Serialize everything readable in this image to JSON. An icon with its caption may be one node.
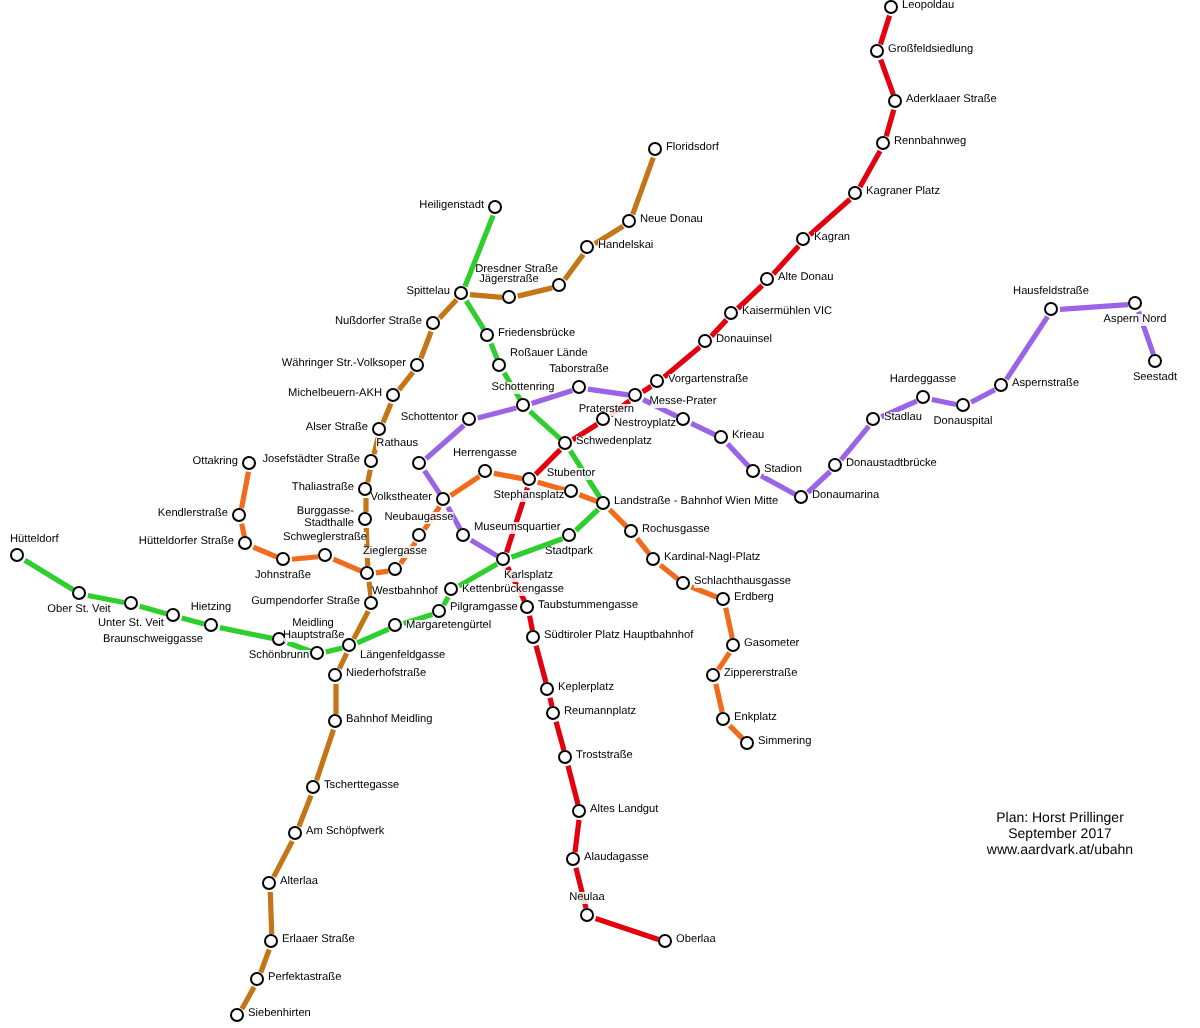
{
  "diagram": {
    "nodes": [
      {
        "text": [
          "Leopoldau"
        ]
      },
      {
        "text": [
          "Großfeldsiedlung"
        ]
      },
      {
        "text": [
          "Aderklaaer Straße"
        ]
      },
      {
        "text": [
          "Rennbahnweg"
        ]
      },
      {
        "text": [
          "Kagraner Platz"
        ]
      },
      {
        "text": [
          "Kagran"
        ]
      },
      {
        "text": [
          "Alte Donau"
        ]
      },
      {
        "text": [
          "Kaisermühlen VIC"
        ]
      },
      {
        "text": [
          "Donauinsel"
        ]
      },
      {
        "text": [
          "Vorgartenstraße"
        ]
      },
      {
        "text": [
          "Praterstern"
        ]
      },
      {
        "text": [
          "Nestroyplatz"
        ]
      },
      {
        "text": [
          "Schwedenplatz"
        ]
      },
      {
        "text": [
          "Stephansplatz"
        ]
      },
      {
        "text": [
          "Karlsplatz"
        ]
      },
      {
        "text": [
          "Taubstummengasse"
        ]
      },
      {
        "text": [
          "Südtiroler Platz Hauptbahnhof"
        ]
      },
      {
        "text": [
          "Keplerplatz"
        ]
      },
      {
        "text": [
          "Reumannplatz"
        ]
      },
      {
        "text": [
          "Troststraße"
        ]
      },
      {
        "text": [
          "Altes Landgut"
        ]
      },
      {
        "text": [
          "Alaudagasse"
        ]
      },
      {
        "text": [
          "Neulaa"
        ]
      },
      {
        "text": [
          "Oberlaa"
        ]
      },
      {
        "text": [
          "Museumsquartier"
        ]
      },
      {
        "text": [
          "Volkstheater"
        ]
      },
      {
        "text": [
          "Rathaus"
        ]
      },
      {
        "text": [
          "Schottentor"
        ]
      },
      {
        "text": [
          "Schottenring"
        ]
      },
      {
        "text": [
          "Taborstraße"
        ]
      },
      {
        "text": [
          "Messe-Prater"
        ]
      },
      {
        "text": [
          "Krieau"
        ]
      },
      {
        "text": [
          "Stadion"
        ]
      },
      {
        "text": [
          "Donaumarina"
        ]
      },
      {
        "text": [
          "Donaustadtbrücke"
        ]
      },
      {
        "text": [
          "Stadlau"
        ]
      },
      {
        "text": [
          "Hardeggasse"
        ]
      },
      {
        "text": [
          "Donauspital"
        ]
      },
      {
        "text": [
          "Aspernstraße"
        ]
      },
      {
        "text": [
          "Hausfeldstraße"
        ]
      },
      {
        "text": [
          "Aspern Nord"
        ]
      },
      {
        "text": [
          "Seestadt"
        ]
      },
      {
        "text": [
          "Ottakring"
        ]
      },
      {
        "text": [
          "Kendlerstraße"
        ]
      },
      {
        "text": [
          "Hütteldorfer Straße"
        ]
      },
      {
        "text": [
          "Johnstraße"
        ]
      },
      {
        "text": [
          "Schweglerstraße"
        ]
      },
      {
        "text": [
          "Westbahnhof"
        ]
      },
      {
        "text": [
          "Zieglergasse"
        ]
      },
      {
        "text": [
          "Neubaugasse"
        ]
      },
      {
        "text": [
          "Herrengasse"
        ]
      },
      {
        "text": [
          "Stubentor"
        ]
      },
      {
        "text": [
          "Landstraße - Bahnhof Wien Mitte"
        ]
      },
      {
        "text": [
          "Rochusgasse"
        ]
      },
      {
        "text": [
          "Kardinal-Nagl-Platz"
        ]
      },
      {
        "text": [
          "Schlachthausgasse"
        ]
      },
      {
        "text": [
          "Erdberg"
        ]
      },
      {
        "text": [
          "Gasometer"
        ]
      },
      {
        "text": [
          "Zippererstraße"
        ]
      },
      {
        "text": [
          "Enkplatz"
        ]
      },
      {
        "text": [
          "Simmering"
        ]
      },
      {
        "text": [
          "Hütteldorf"
        ]
      },
      {
        "text": [
          "Ober St. Veit"
        ]
      },
      {
        "text": [
          "Unter St. Veit"
        ]
      },
      {
        "text": [
          "Braunschweiggasse"
        ]
      },
      {
        "text": [
          "Hietzing"
        ]
      },
      {
        "text": [
          "Schönbrunn"
        ]
      },
      {
        "text": [
          "Meidling Hauptstraße"
        ]
      },
      {
        "text": [
          "Längenfeldgasse"
        ]
      },
      {
        "text": [
          "Margaretengürtel"
        ]
      },
      {
        "text": [
          "Pilgramgasse"
        ]
      },
      {
        "text": [
          "Kettenbrückengasse"
        ]
      },
      {
        "text": [
          "Stadtpark"
        ]
      },
      {
        "text": [
          "Roßauer Lände"
        ]
      },
      {
        "text": [
          "Friedensbrücke"
        ]
      },
      {
        "text": [
          "Spittelau"
        ]
      },
      {
        "text": [
          "Heiligenstadt"
        ]
      },
      {
        "text": [
          "Floridsdorf"
        ]
      },
      {
        "text": [
          "Neue Donau"
        ]
      },
      {
        "text": [
          "Handelskai"
        ]
      },
      {
        "text": [
          "Dresdner Straße"
        ]
      },
      {
        "text": [
          "Jägerstraße"
        ]
      },
      {
        "text": [
          "Nußdorfer Straße"
        ]
      },
      {
        "text": [
          "Währinger Str.-Volksoper"
        ]
      },
      {
        "text": [
          "Michelbeuern-AKH"
        ]
      },
      {
        "text": [
          "Alser Straße"
        ]
      },
      {
        "text": [
          "Josefstädter Straße"
        ]
      },
      {
        "text": [
          "Thaliastraße"
        ]
      },
      {
        "text": [
          "Burggasse-Stadthalle"
        ]
      },
      {
        "text": [
          "Gumpendorfer Straße"
        ]
      },
      {
        "text": [
          "Niederhofstraße"
        ]
      },
      {
        "text": [
          "Bahnhof Meidling"
        ]
      },
      {
        "text": [
          "Tscherttegasse"
        ]
      },
      {
        "text": [
          "Am Schöpfwerk"
        ]
      },
      {
        "text": [
          "Alterlaa"
        ]
      },
      {
        "text": [
          "Erlaaer Straße"
        ]
      },
      {
        "text": [
          "Perfektastraße"
        ]
      },
      {
        "text": [
          "Siebenhirten"
        ]
      }
    ],
    "edges": [
      {
        "from": 0,
        "to": 1,
        "arrow": "none",
        "color": "#e3000f"
      },
      {
        "from": 1,
        "to": 2,
        "arrow": "none",
        "color": "#e3000f"
      },
      {
        "from": 2,
        "to": 3,
        "arrow": "none",
        "color": "#e3000f"
      },
      {
        "from": 3,
        "to": 4,
        "arrow": "none",
        "color": "#e3000f"
      },
      {
        "from": 4,
        "to": 5,
        "arrow": "none",
        "color": "#e3000f"
      },
      {
        "from": 5,
        "to": 6,
        "arrow": "none",
        "color": "#e3000f"
      },
      {
        "from": 6,
        "to": 7,
        "arrow": "none",
        "color": "#e3000f"
      },
      {
        "from": 7,
        "to": 8,
        "arrow": "none",
        "color": "#e3000f"
      },
      {
        "from": 8,
        "to": 9,
        "arrow": "none",
        "color": "#e3000f"
      },
      {
        "from": 9,
        "to": 10,
        "arrow": "none",
        "color": "#e3000f"
      },
      {
        "from": 10,
        "to": 11,
        "arrow": "none",
        "color": "#e3000f"
      },
      {
        "from": 11,
        "to": 12,
        "arrow": "none",
        "color": "#e3000f"
      },
      {
        "from": 12,
        "to": 13,
        "arrow": "none",
        "color": "#e3000f"
      },
      {
        "from": 13,
        "to": 14,
        "arrow": "none",
        "color": "#e3000f"
      },
      {
        "from": 14,
        "to": 15,
        "arrow": "none",
        "color": "#e3000f"
      },
      {
        "from": 15,
        "to": 16,
        "arrow": "none",
        "color": "#e3000f"
      },
      {
        "from": 16,
        "to": 17,
        "arrow": "none",
        "color": "#e3000f"
      },
      {
        "from": 17,
        "to": 18,
        "arrow": "none",
        "color": "#e3000f"
      },
      {
        "from": 18,
        "to": 19,
        "arrow": "none",
        "color": "#e3000f"
      },
      {
        "from": 19,
        "to": 20,
        "arrow": "none",
        "color": "#e3000f"
      },
      {
        "from": 20,
        "to": 21,
        "arrow": "none",
        "color": "#e3000f"
      },
      {
        "from": 21,
        "to": 22,
        "arrow": "none",
        "color": "#e3000f"
      },
      {
        "from": 22,
        "to": 23,
        "arrow": "none",
        "color": "#e3000f"
      },
      {
        "from": 14,
        "to": 24,
        "arrow": "none",
        "color": "#9b64e6"
      },
      {
        "from": 24,
        "to": 25,
        "arrow": "none",
        "color": "#9b64e6"
      },
      {
        "from": 25,
        "to": 26,
        "arrow": "none",
        "color": "#9b64e6"
      },
      {
        "from": 26,
        "to": 27,
        "arrow": "none",
        "color": "#9b64e6"
      },
      {
        "from": 27,
        "to": 28,
        "arrow": "none",
        "color": "#9b64e6"
      },
      {
        "from": 28,
        "to": 29,
        "arrow": "none",
        "color": "#9b64e6"
      },
      {
        "from": 29,
        "to": 10,
        "arrow": "none",
        "color": "#9b64e6"
      },
      {
        "from": 10,
        "to": 30,
        "arrow": "none",
        "color": "#9b64e6"
      },
      {
        "from": 30,
        "to": 31,
        "arrow": "none",
        "color": "#9b64e6"
      },
      {
        "from": 31,
        "to": 32,
        "arrow": "none",
        "color": "#9b64e6"
      },
      {
        "from": 32,
        "to": 33,
        "arrow": "none",
        "color": "#9b64e6"
      },
      {
        "from": 33,
        "to": 34,
        "arrow": "none",
        "color": "#9b64e6"
      },
      {
        "from": 34,
        "to": 35,
        "arrow": "none",
        "color": "#9b64e6"
      },
      {
        "from": 35,
        "to": 36,
        "arrow": "none",
        "color": "#9b64e6"
      },
      {
        "from": 36,
        "to": 37,
        "arrow": "none",
        "color": "#9b64e6"
      },
      {
        "from": 37,
        "to": 38,
        "arrow": "none",
        "color": "#9b64e6"
      },
      {
        "from": 38,
        "to": 39,
        "arrow": "none",
        "color": "#9b64e6"
      },
      {
        "from": 39,
        "to": 40,
        "arrow": "none",
        "color": "#9b64e6"
      },
      {
        "from": 40,
        "to": 41,
        "arrow": "none",
        "color": "#9b64e6"
      },
      {
        "from": 42,
        "to": 43,
        "arrow": "none",
        "color": "#f26a1b"
      },
      {
        "from": 43,
        "to": 44,
        "arrow": "none",
        "color": "#f26a1b"
      },
      {
        "from": 44,
        "to": 45,
        "arrow": "none",
        "color": "#f26a1b"
      },
      {
        "from": 45,
        "to": 46,
        "arrow": "none",
        "color": "#f26a1b"
      },
      {
        "from": 46,
        "to": 47,
        "arrow": "none",
        "color": "#f26a1b"
      },
      {
        "from": 47,
        "to": 48,
        "arrow": "none",
        "color": "#f26a1b"
      },
      {
        "from": 48,
        "to": 49,
        "arrow": "none",
        "color": "#f26a1b"
      },
      {
        "from": 49,
        "to": 25,
        "arrow": "none",
        "color": "#f26a1b"
      },
      {
        "from": 25,
        "to": 50,
        "arrow": "none",
        "color": "#f26a1b"
      },
      {
        "from": 50,
        "to": 13,
        "arrow": "none",
        "color": "#f26a1b"
      },
      {
        "from": 13,
        "to": 51,
        "arrow": "none",
        "color": "#f26a1b"
      },
      {
        "from": 51,
        "to": 52,
        "arrow": "none",
        "color": "#f26a1b"
      },
      {
        "from": 52,
        "to": 53,
        "arrow": "none",
        "color": "#f26a1b"
      },
      {
        "from": 53,
        "to": 54,
        "arrow": "none",
        "color": "#f26a1b"
      },
      {
        "from": 54,
        "to": 55,
        "arrow": "none",
        "color": "#f26a1b"
      },
      {
        "from": 55,
        "to": 56,
        "arrow": "none",
        "color": "#f26a1b"
      },
      {
        "from": 56,
        "to": 57,
        "arrow": "none",
        "color": "#f26a1b"
      },
      {
        "from": 57,
        "to": 58,
        "arrow": "none",
        "color": "#f26a1b"
      },
      {
        "from": 58,
        "to": 59,
        "arrow": "none",
        "color": "#f26a1b"
      },
      {
        "from": 59,
        "to": 60,
        "arrow": "none",
        "color": "#f26a1b"
      },
      {
        "from": 61,
        "to": 62,
        "arrow": "none",
        "color": "#2fce2f"
      },
      {
        "from": 62,
        "to": 63,
        "arrow": "none",
        "color": "#2fce2f"
      },
      {
        "from": 63,
        "to": 64,
        "arrow": "none",
        "color": "#2fce2f"
      },
      {
        "from": 64,
        "to": 65,
        "arrow": "none",
        "color": "#2fce2f"
      },
      {
        "from": 65,
        "to": 66,
        "arrow": "none",
        "color": "#2fce2f"
      },
      {
        "from": 66,
        "to": 67,
        "arrow": "none",
        "color": "#2fce2f"
      },
      {
        "from": 67,
        "to": 68,
        "arrow": "none",
        "color": "#2fce2f"
      },
      {
        "from": 68,
        "to": 69,
        "arrow": "none",
        "color": "#2fce2f"
      },
      {
        "from": 69,
        "to": 70,
        "arrow": "none",
        "color": "#2fce2f"
      },
      {
        "from": 70,
        "to": 71,
        "arrow": "none",
        "color": "#2fce2f"
      },
      {
        "from": 71,
        "to": 14,
        "arrow": "none",
        "color": "#2fce2f"
      },
      {
        "from": 14,
        "to": 72,
        "arrow": "none",
        "color": "#2fce2f"
      },
      {
        "from": 72,
        "to": 52,
        "arrow": "none",
        "color": "#2fce2f"
      },
      {
        "from": 52,
        "to": 12,
        "arrow": "none",
        "color": "#2fce2f"
      },
      {
        "from": 12,
        "to": 28,
        "arrow": "none",
        "color": "#2fce2f"
      },
      {
        "from": 28,
        "to": 73,
        "arrow": "none",
        "color": "#2fce2f"
      },
      {
        "from": 73,
        "to": 74,
        "arrow": "none",
        "color": "#2fce2f"
      },
      {
        "from": 74,
        "to": 75,
        "arrow": "none",
        "color": "#2fce2f"
      },
      {
        "from": 75,
        "to": 76,
        "arrow": "none",
        "color": "#2fce2f"
      },
      {
        "from": 77,
        "to": 78,
        "arrow": "none",
        "color": "#c47516"
      },
      {
        "from": 78,
        "to": 79,
        "arrow": "none",
        "color": "#c47516"
      },
      {
        "from": 79,
        "to": 80,
        "arrow": "none",
        "color": "#c47516"
      },
      {
        "from": 80,
        "to": 81,
        "arrow": "none",
        "color": "#c47516"
      },
      {
        "from": 81,
        "to": 75,
        "arrow": "none",
        "color": "#c47516"
      },
      {
        "from": 75,
        "to": 82,
        "arrow": "none",
        "color": "#c47516"
      },
      {
        "from": 82,
        "to": 83,
        "arrow": "none",
        "color": "#c47516"
      },
      {
        "from": 83,
        "to": 84,
        "arrow": "none",
        "color": "#c47516"
      },
      {
        "from": 84,
        "to": 85,
        "arrow": "none",
        "color": "#c47516"
      },
      {
        "from": 85,
        "to": 86,
        "arrow": "none",
        "color": "#c47516"
      },
      {
        "from": 86,
        "to": 87,
        "arrow": "none",
        "color": "#c47516"
      },
      {
        "from": 87,
        "to": 88,
        "arrow": "none",
        "color": "#c47516"
      },
      {
        "from": 88,
        "to": 47,
        "arrow": "none",
        "color": "#c47516"
      },
      {
        "from": 47,
        "to": 89,
        "arrow": "none",
        "color": "#c47516"
      },
      {
        "from": 89,
        "to": 68,
        "arrow": "none",
        "color": "#c47516"
      },
      {
        "from": 68,
        "to": 90,
        "arrow": "none",
        "color": "#c47516"
      },
      {
        "from": 90,
        "to": 91,
        "arrow": "none",
        "color": "#c47516"
      },
      {
        "from": 91,
        "to": 92,
        "arrow": "none",
        "color": "#c47516"
      },
      {
        "from": 92,
        "to": 93,
        "arrow": "none",
        "color": "#c47516"
      },
      {
        "from": 93,
        "to": 94,
        "arrow": "none",
        "color": "#c47516"
      },
      {
        "from": 94,
        "to": 95,
        "arrow": "none",
        "color": "#c47516"
      },
      {
        "from": 95,
        "to": 96,
        "arrow": "none",
        "color": "#c47516"
      },
      {
        "from": 96,
        "to": 97,
        "arrow": "none",
        "color": "#c47516"
      }
    ],
    "labels": [
      "Plan: Horst Prillinger",
      "September 2017",
      "www.aardvark.at/ubahn"
    ]
  }
}
